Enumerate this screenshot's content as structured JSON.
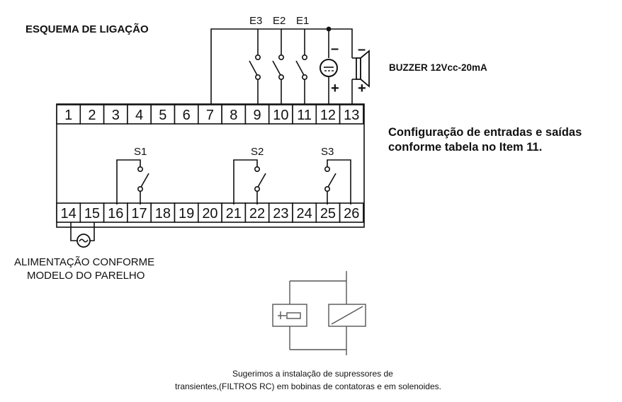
{
  "title": "ESQUEMA DE LIGAÇÃO",
  "buzzer_label": "BUZZER 12Vcc-20mA",
  "config_line1": "Configuração de entradas e saídas",
  "config_line2": "conforme tabela no Item 11.",
  "power_line1": "ALIMENTAÇÃO CONFORME",
  "power_line2": "MODELO DO PARELHO",
  "note_line1": "Sugerimos a instalação de supressores de",
  "note_line2": "transientes,(FILTROS RC) em bobinas de contatoras e em solenoides.",
  "top_terminals": [
    "1",
    "2",
    "3",
    "4",
    "5",
    "6",
    "7",
    "8",
    "9",
    "10",
    "11",
    "12",
    "13"
  ],
  "bottom_terminals": [
    "14",
    "15",
    "16",
    "17",
    "18",
    "19",
    "20",
    "21",
    "22",
    "23",
    "24",
    "25",
    "26"
  ],
  "inputs": [
    "E3",
    "E2",
    "E1"
  ],
  "outputs": [
    "S1",
    "S2",
    "S3"
  ],
  "buzzer_minus": "–",
  "buzzer_plus": "+"
}
